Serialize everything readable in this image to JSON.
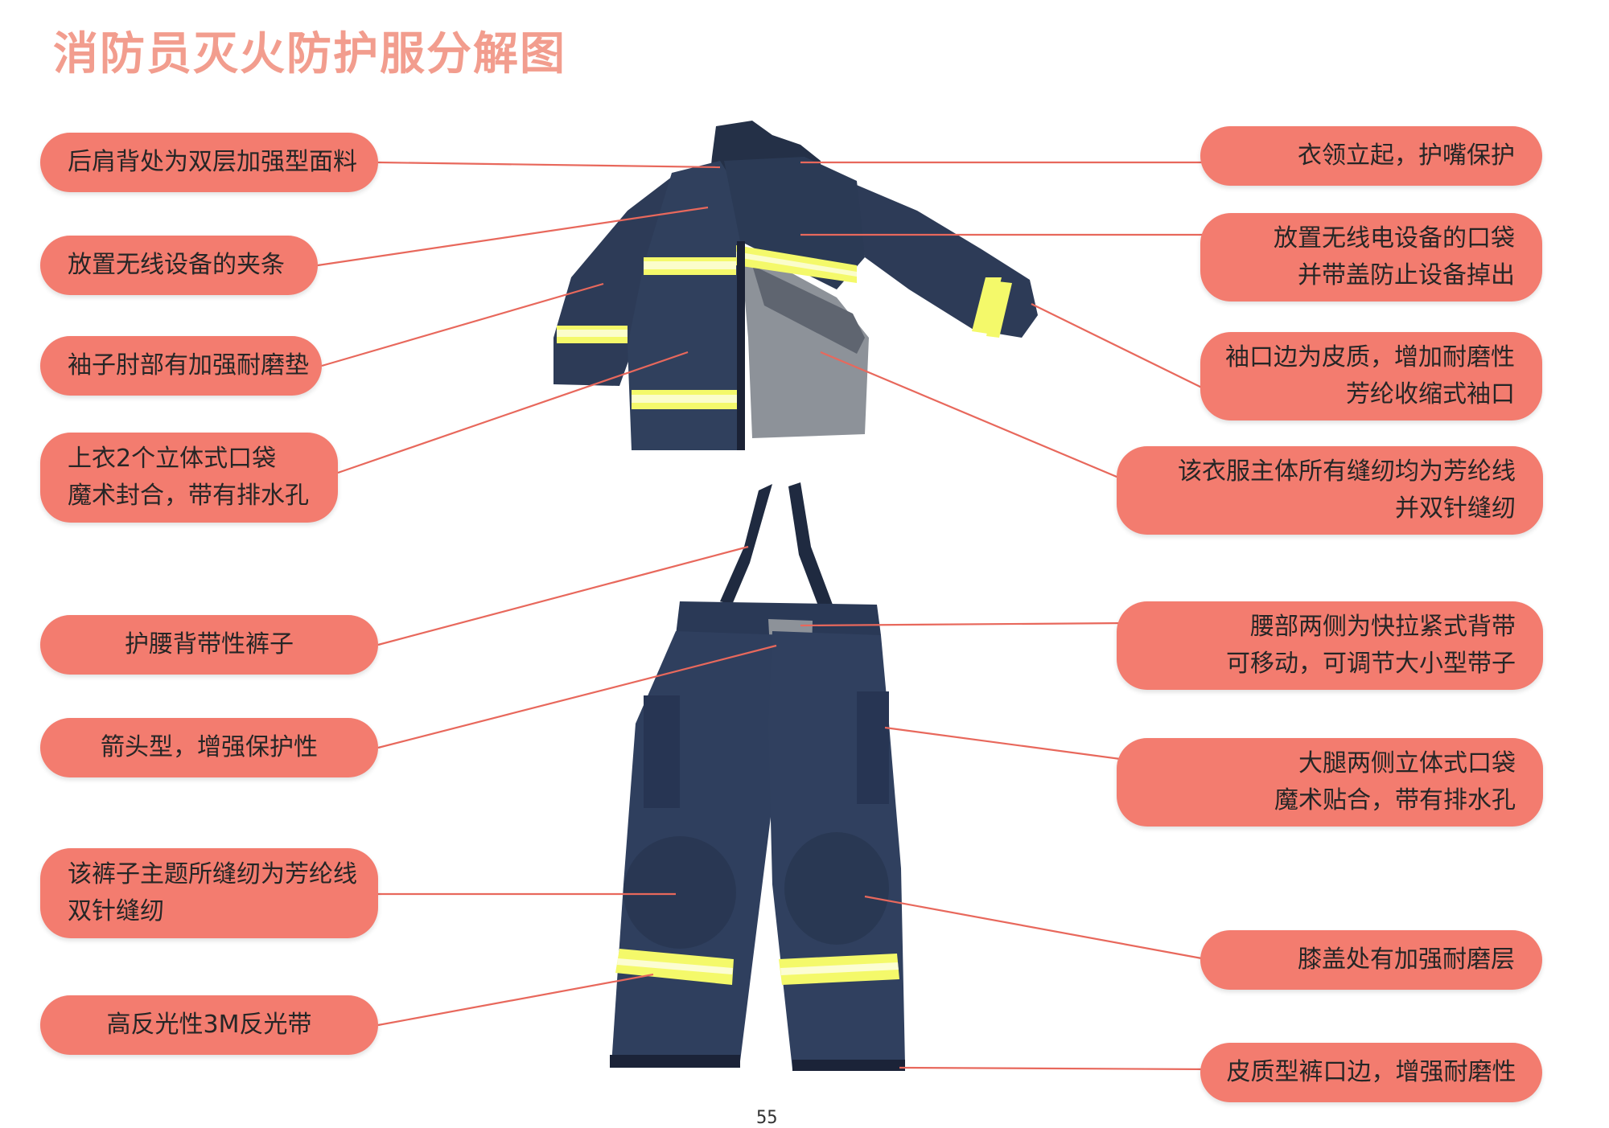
{
  "title": "消防员灭火防护服分解图",
  "colors": {
    "callout": "#f37c6f",
    "title": "#f29d8e",
    "fabric": "#2c3a56",
    "reflective": "#f4f96a",
    "leader": "#e8685c"
  },
  "callouts": {
    "l1": [
      "后肩背处为双层加强型面料"
    ],
    "l2": [
      "放置无线设备的夹条"
    ],
    "l3": [
      "袖子肘部有加强耐磨垫"
    ],
    "l4": [
      "上衣2个立体式口袋",
      "魔术封合，带有排水孔"
    ],
    "l5": [
      "护腰背带性裤子"
    ],
    "l6": [
      "箭头型，增强保护性"
    ],
    "l7": [
      "该裤子主题所缝纫为芳纶线",
      "双针缝纫"
    ],
    "l8": [
      "高反光性3M反光带"
    ],
    "r1": [
      "衣领立起，护嘴保护"
    ],
    "r2": [
      "放置无线电设备的口袋",
      "并带盖防止设备掉出"
    ],
    "r3": [
      "袖口边为皮质，增加耐磨性",
      "芳纶收缩式袖口"
    ],
    "r4": [
      "该衣服主体所有缝纫均为芳纶线",
      "并双针缝纫"
    ],
    "r5": [
      "腰部两侧为快拉紧式背带",
      "可移动，可调节大小型带子"
    ],
    "r6": [
      "大腿两侧立体式口袋",
      "魔术贴合，带有排水孔"
    ],
    "r7": [
      "膝盖处有加强耐磨层"
    ],
    "r8": [
      "皮质型裤口边，增强耐磨性"
    ]
  },
  "page_number": "55"
}
